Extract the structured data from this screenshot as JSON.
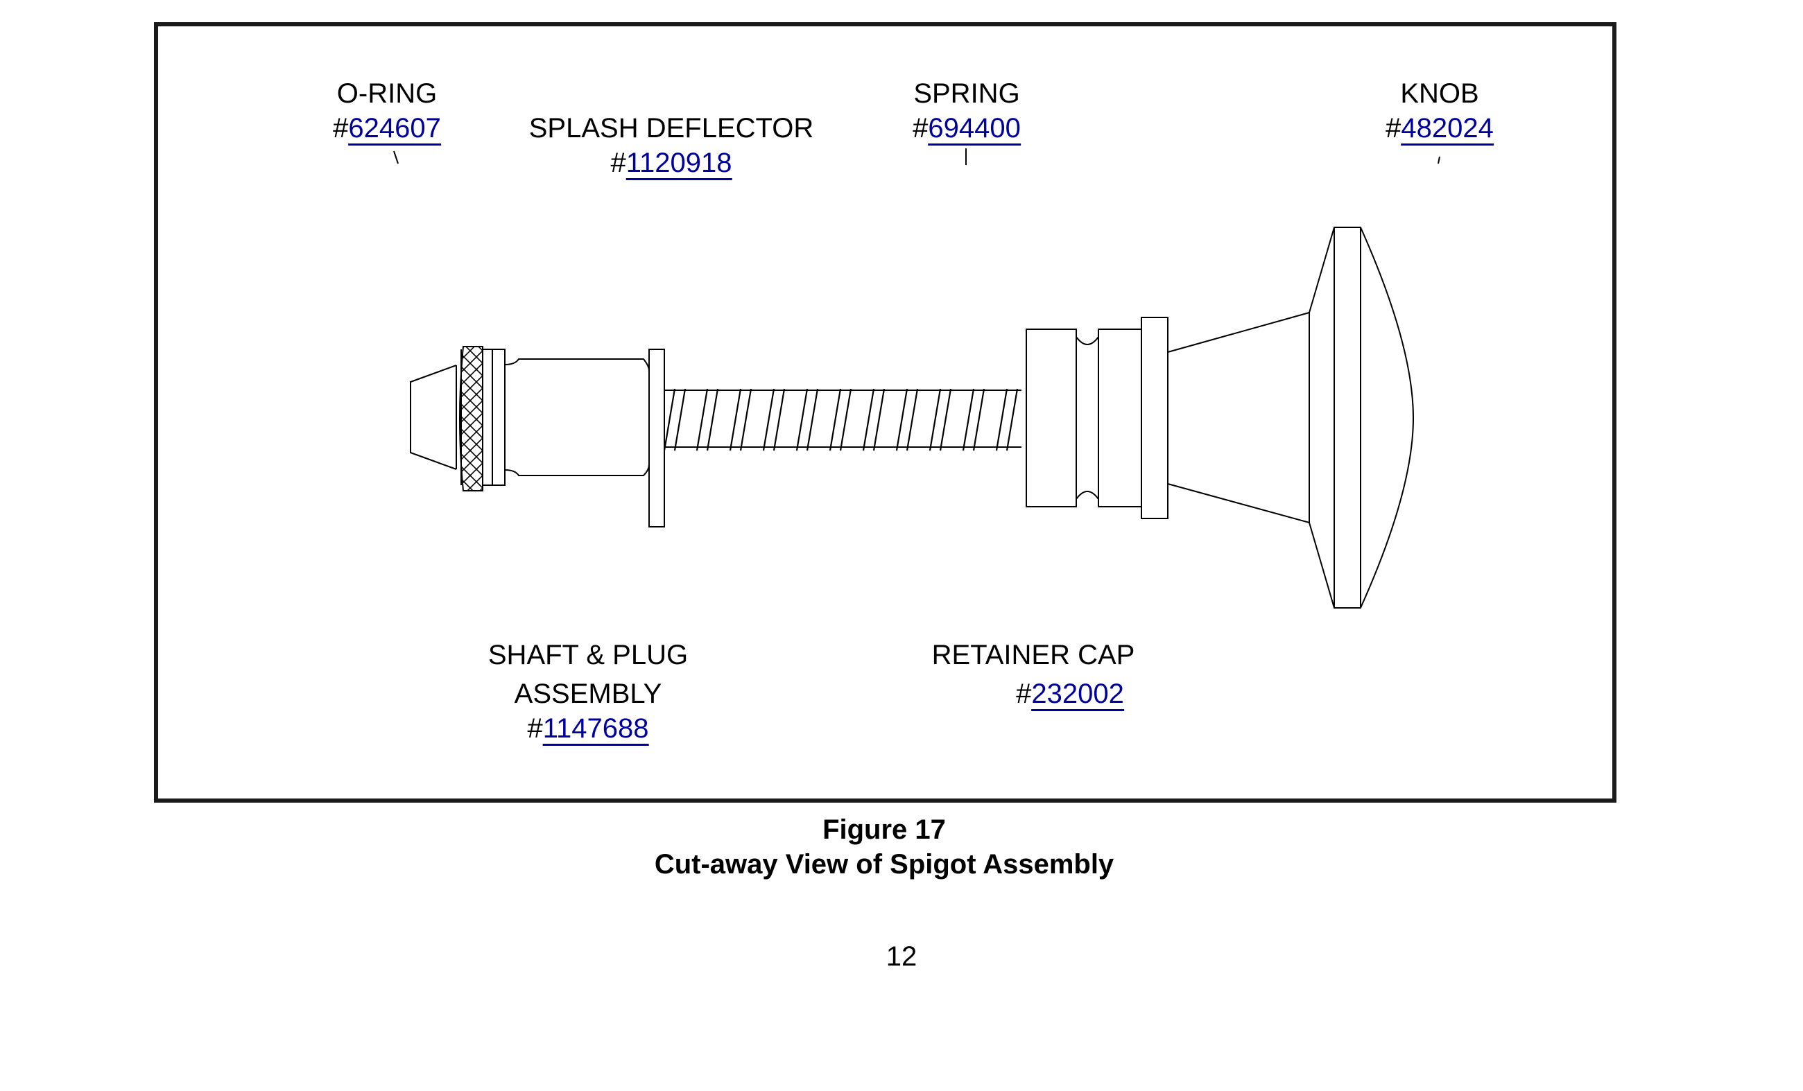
{
  "labels": {
    "o_ring": {
      "name": "O-RING",
      "prefix": "#",
      "number": "624607"
    },
    "splash_deflector": {
      "name": "SPLASH DEFLECTOR",
      "prefix": "#",
      "number": "1120918"
    },
    "spring": {
      "name": "SPRING",
      "prefix": "#",
      "number": "694400"
    },
    "knob": {
      "name": "KNOB",
      "prefix": "#",
      "number": "482024"
    },
    "shaft_plug": {
      "name_cut": "SHAFT & PLUG",
      "name": "ASSEMBLY",
      "prefix": "#",
      "number": "1147688"
    },
    "retainer_cap": {
      "name_cut": "RETAINER CAP",
      "prefix": "#",
      "number": "232002"
    }
  },
  "caption": {
    "figure": "Figure 17",
    "title": "Cut-away View of Spigot Assembly"
  },
  "page_number": "12",
  "colors": {
    "link": "#00009e",
    "line": "#000000",
    "frame": "#1a1a1a"
  }
}
